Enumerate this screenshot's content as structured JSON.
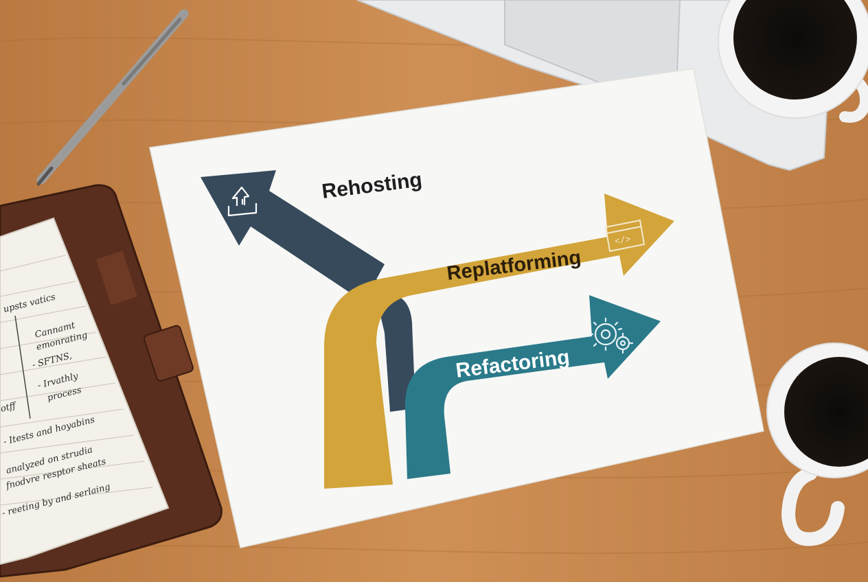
{
  "colors": {
    "desk": "#c8874a",
    "paper": "#f7f7f5",
    "slate": "#364a5c",
    "mustard": "#d2a43a",
    "teal": "#2a7a8a",
    "leather": "#5a2e1e",
    "coffee": "#111111"
  },
  "diagram": {
    "rehosting": {
      "label": "Rehosting",
      "icon": "upload-box-icon"
    },
    "replatforming": {
      "label": "Replatforming",
      "icon": "code-window-icon"
    },
    "refactoring": {
      "label": "Refactoring",
      "icon": "gears-icon"
    }
  },
  "notebook": {
    "lines": [
      "upsts vatics",
      "Cannamt",
      "emonrating",
      "- SFTNS,",
      "- Irvathly",
      "process",
      "otff",
      "- Itests and hoyabins",
      "analyzed on strudia",
      "fnodvre resptor sheats",
      "- reeting by and serlaing"
    ]
  }
}
